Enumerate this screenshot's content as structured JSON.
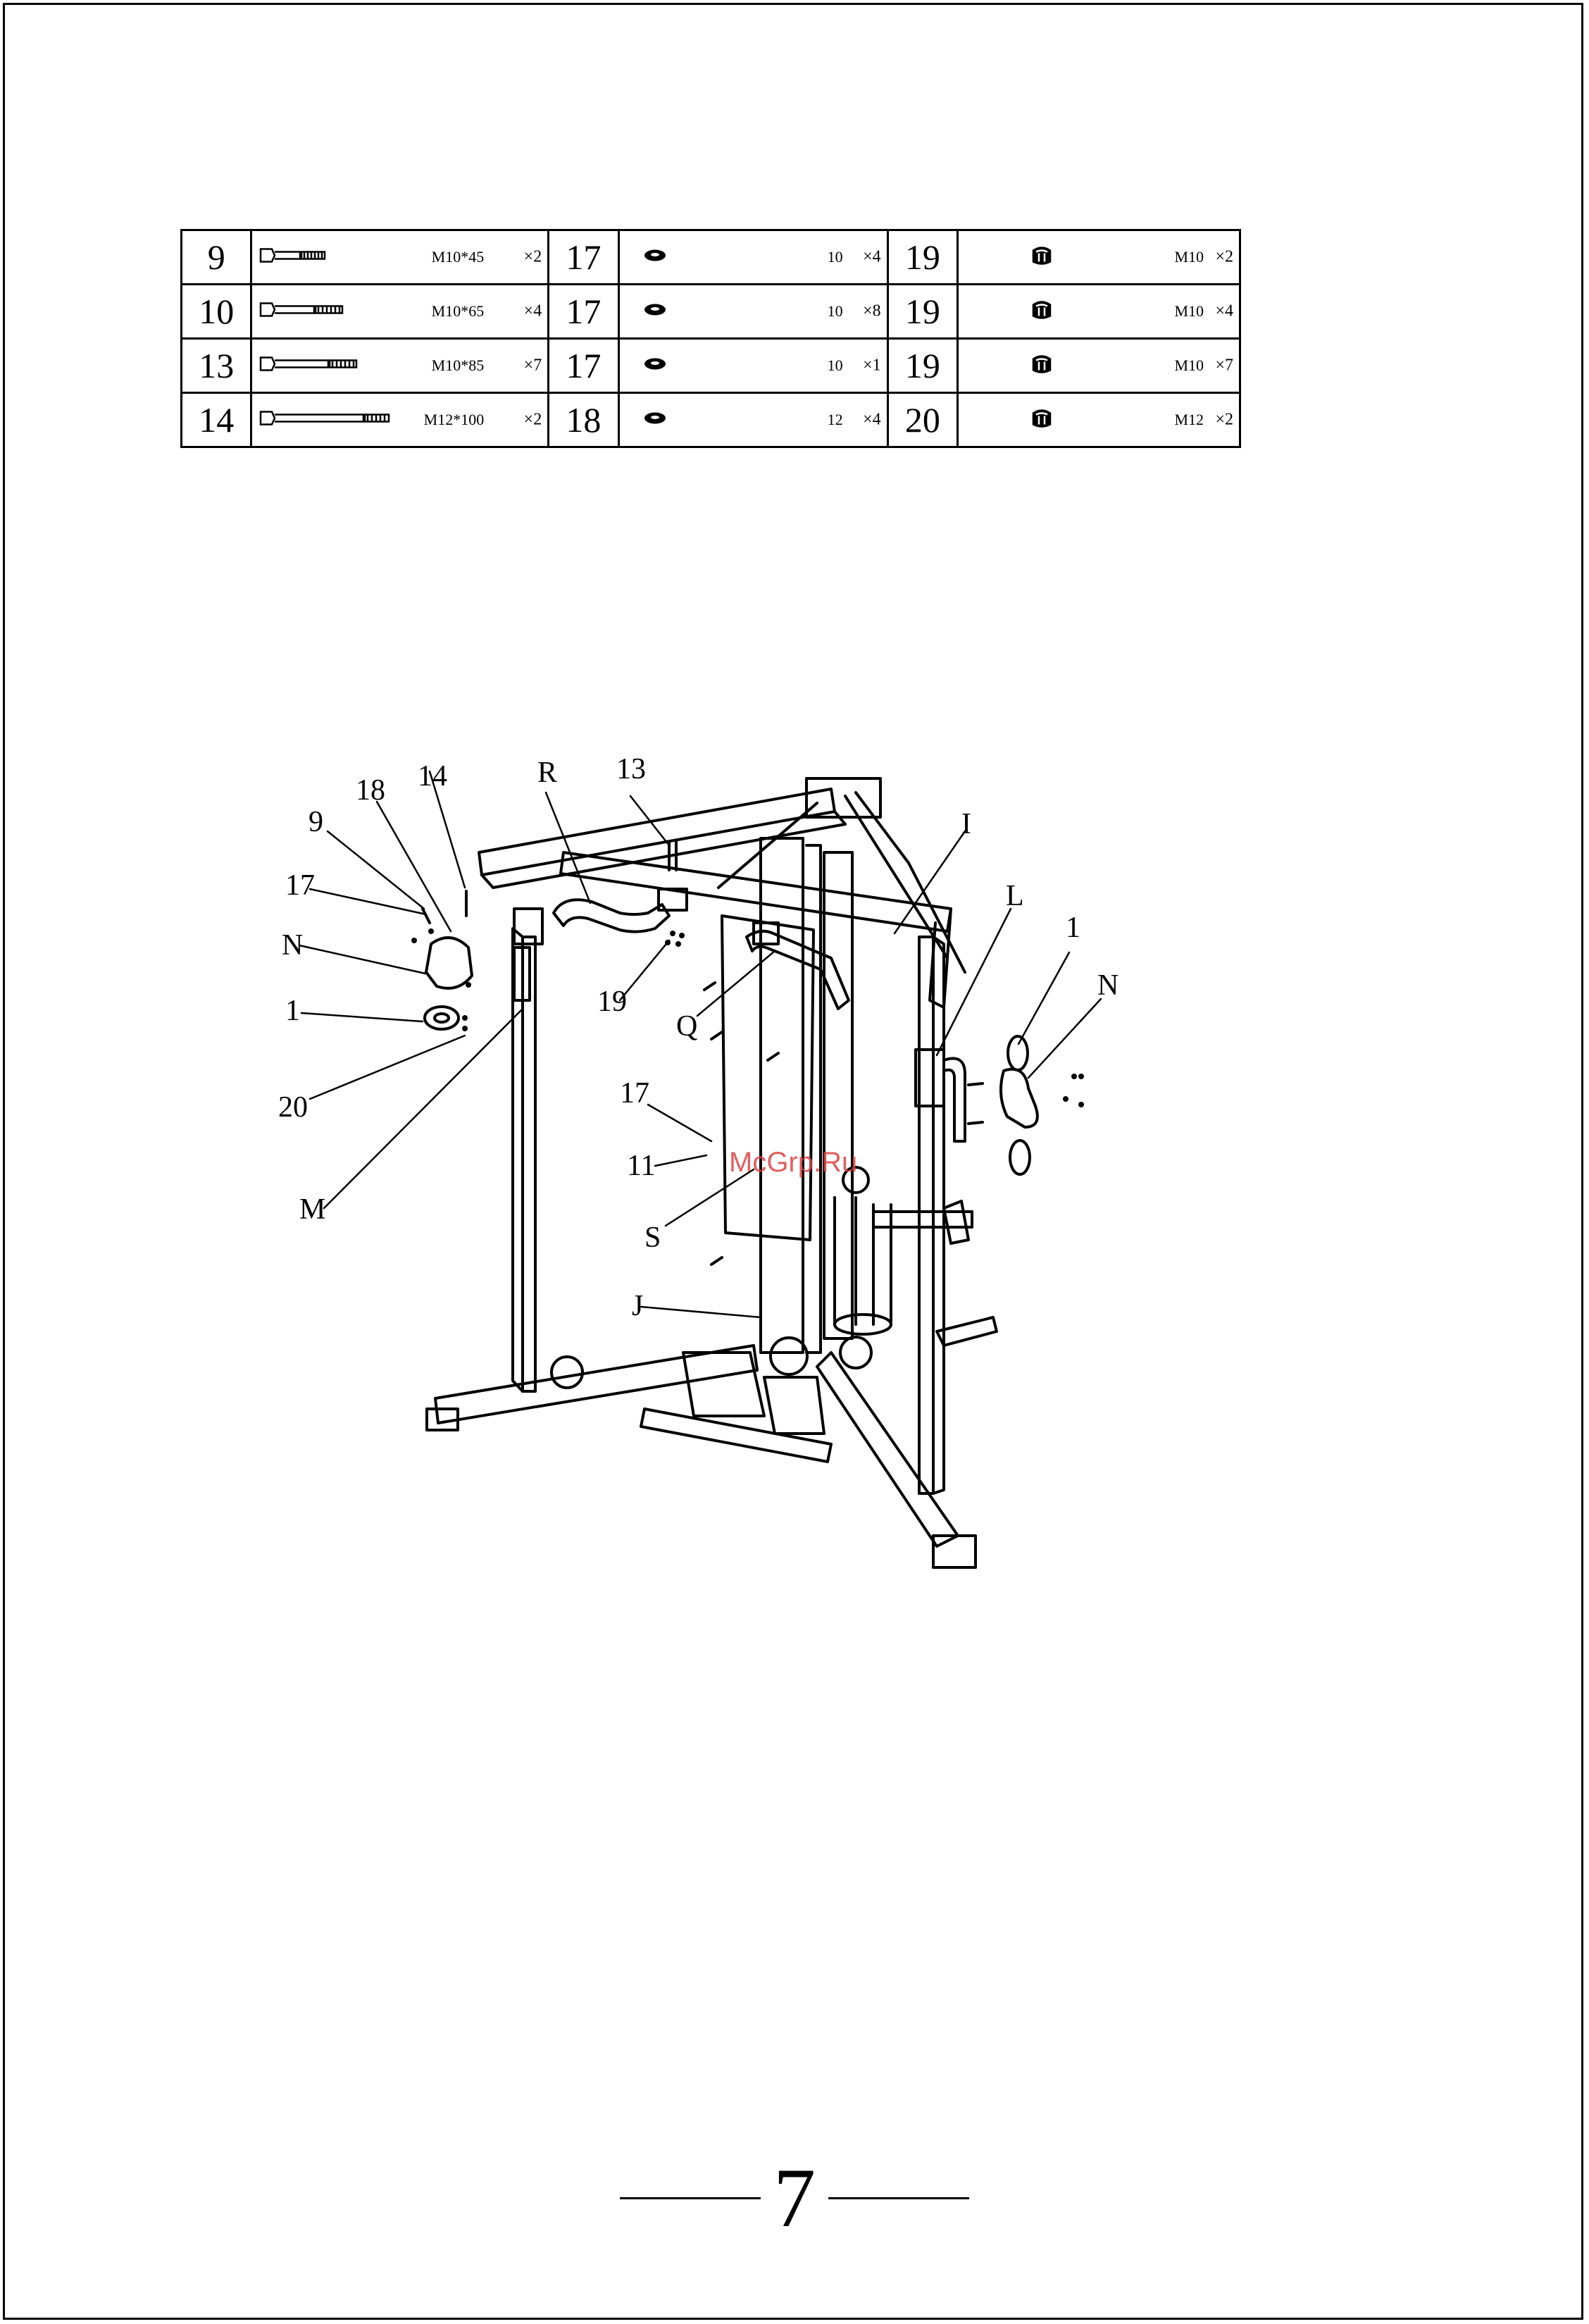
{
  "parts_table": {
    "rows": [
      [
        {
          "num": "9",
          "spec": "M10*45",
          "qty": "×2",
          "icon": "bolt-short-icon"
        },
        {
          "num": "17",
          "spec": "10",
          "qty": "×4",
          "icon": "washer-icon"
        },
        {
          "num": "19",
          "spec": "M10",
          "qty": "×2",
          "icon": "nut-icon"
        }
      ],
      [
        {
          "num": "10",
          "spec": "M10*65",
          "qty": "×4",
          "icon": "bolt-medium-icon"
        },
        {
          "num": "17",
          "spec": "10",
          "qty": "×8",
          "icon": "washer-icon"
        },
        {
          "num": "19",
          "spec": "M10",
          "qty": "×4",
          "icon": "nut-icon"
        }
      ],
      [
        {
          "num": "13",
          "spec": "M10*85",
          "qty": "×7",
          "icon": "bolt-long-icon"
        },
        {
          "num": "17",
          "spec": "10",
          "qty": "×1",
          "icon": "washer-icon"
        },
        {
          "num": "19",
          "spec": "M10",
          "qty": "×7",
          "icon": "nut-icon"
        }
      ],
      [
        {
          "num": "14",
          "spec": "M12*100",
          "qty": "×2",
          "icon": "bolt-xlong-icon"
        },
        {
          "num": "18",
          "spec": "12",
          "qty": "×4",
          "icon": "washer-icon"
        },
        {
          "num": "20",
          "spec": "M12",
          "qty": "×2",
          "icon": "nut-icon"
        }
      ]
    ]
  },
  "diagram": {
    "callouts": {
      "c18": "18",
      "c14": "14",
      "cR": "R",
      "c13": "13",
      "c9": "9",
      "c17a": "17",
      "cN1": "N",
      "c1a": "1",
      "c20": "20",
      "cM": "M",
      "c19": "19",
      "cQ": "Q",
      "c17b": "17",
      "c11": "11",
      "cS": "S",
      "cJ": "J",
      "cI": "I",
      "cL": "L",
      "c1b": "1",
      "cN2": "N"
    }
  },
  "watermark": "McGrp.Ru",
  "page_number": "7"
}
